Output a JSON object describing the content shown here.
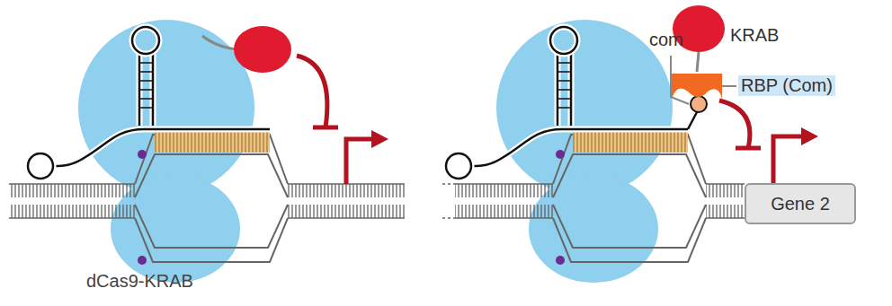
{
  "diagram": {
    "nodes": [
      {
        "text": [
          "KRAB"
        ]
      },
      {
        "text": [
          "RBP (Com)"
        ]
      },
      {
        "text": [
          "Gene 2"
        ]
      }
    ],
    "edges": [
      {
        "from": 0,
        "to": 1,
        "arrow": "none"
      }
    ],
    "labels": [
      "dCas9-KRAB",
      "com"
    ]
  }
}
